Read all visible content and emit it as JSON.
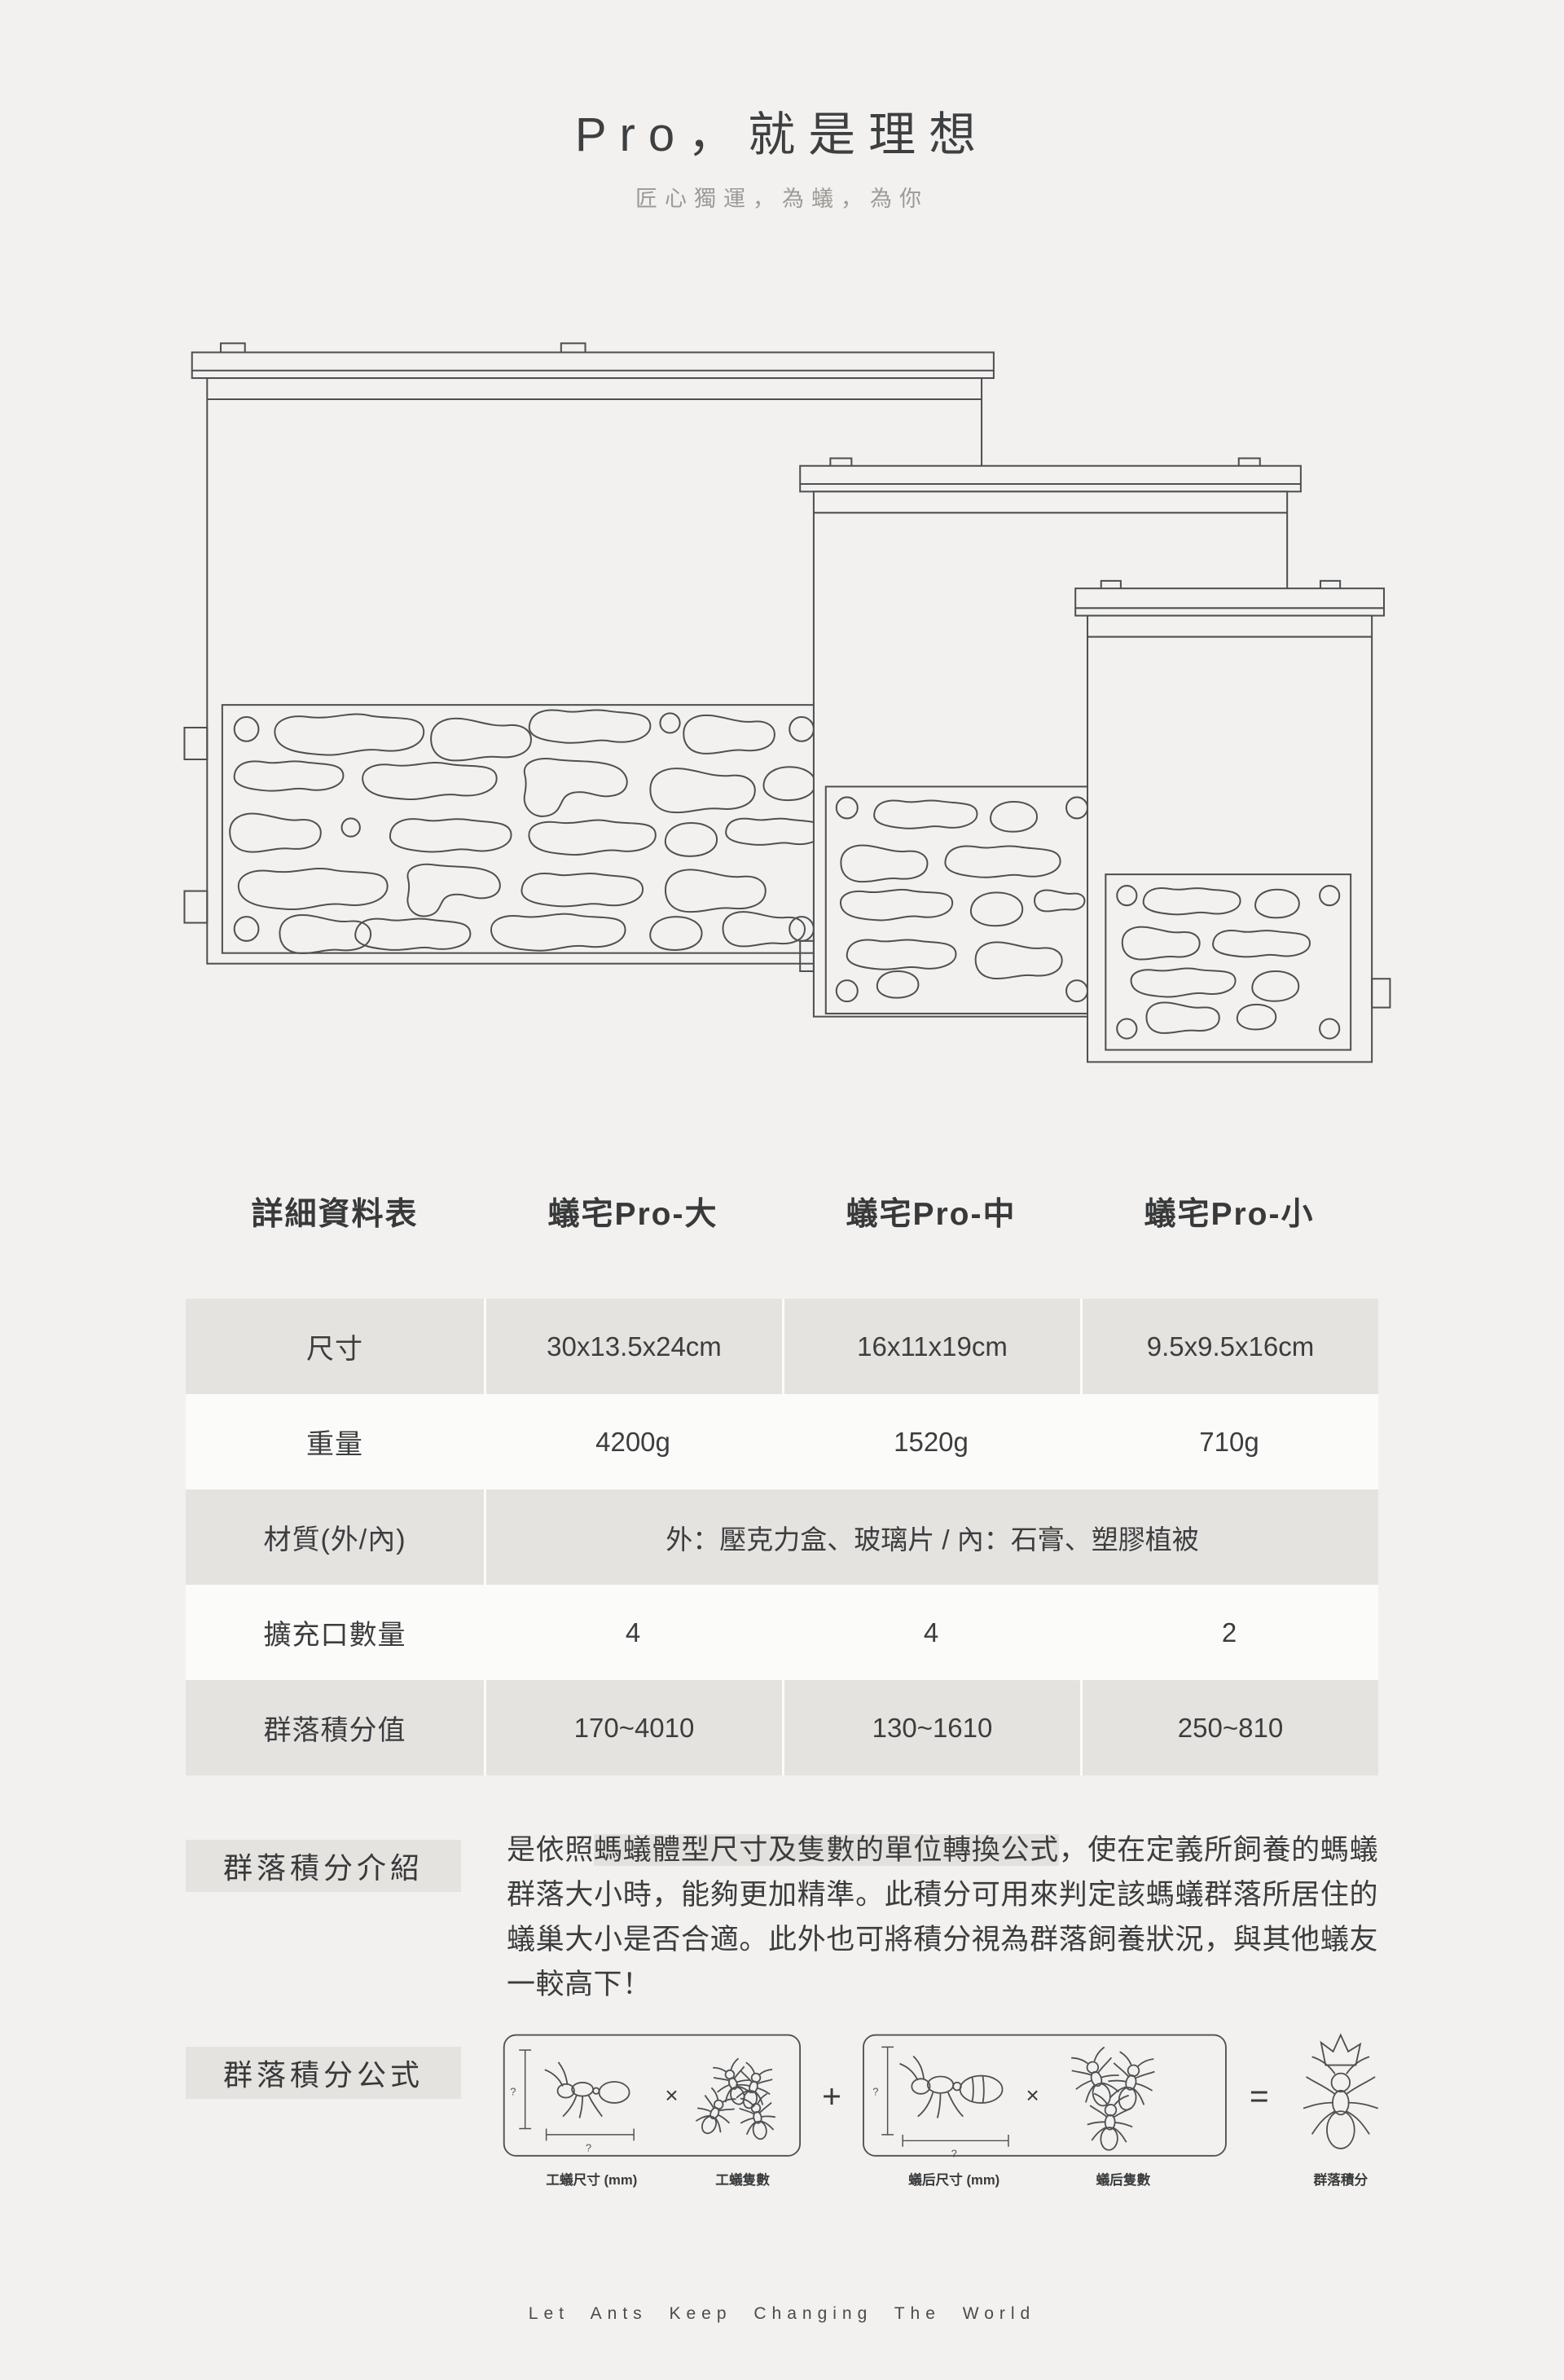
{
  "header": {
    "title": "Pro，就是理想",
    "subtitle": "匠心獨運，為蟻，為你"
  },
  "spec_table": {
    "columns": [
      "詳細資料表",
      "蟻宅Pro-大",
      "蟻宅Pro-中",
      "蟻宅Pro-小"
    ],
    "rows": [
      {
        "label": "尺寸",
        "values": [
          "30x13.5x24cm",
          "16x11x19cm",
          "9.5x9.5x16cm"
        ]
      },
      {
        "label": "重量",
        "values": [
          "4200g",
          "1520g",
          "710g"
        ]
      },
      {
        "label": "材質(外/內)",
        "span_value": "外：壓克力盒、玻璃片 / 內：石膏、塑膠植被"
      },
      {
        "label": "擴充口數量",
        "values": [
          "4",
          "4",
          "2"
        ]
      },
      {
        "label": "群落積分值",
        "values": [
          "170~4010",
          "130~1610",
          "250~810"
        ]
      }
    ]
  },
  "score_intro": {
    "label": "群落積分介紹",
    "text_before": "是依照",
    "text_highlight": "螞蟻體型尺寸及隻數的單位轉換公式",
    "text_after": "，使在定義所飼養的螞蟻群落大小時，能夠更加精準。此積分可用來判定該螞蟻群落所居住的蟻巢大小是否合適。此外也可將積分視為群落飼養狀況，與其他蟻友一較高下！"
  },
  "score_formula": {
    "label": "群落積分公式",
    "multiply": "×",
    "plus": "+",
    "equals": "=",
    "unknown": "?",
    "worker_size_label": "工蟻尺寸 (mm)",
    "worker_count_label": "工蟻隻數",
    "queen_size_label": "蟻后尺寸 (mm)",
    "queen_count_label": "蟻后隻數",
    "result_label": "群落積分"
  },
  "footer": {
    "slogan": "Let Ants Keep Changing The World"
  }
}
